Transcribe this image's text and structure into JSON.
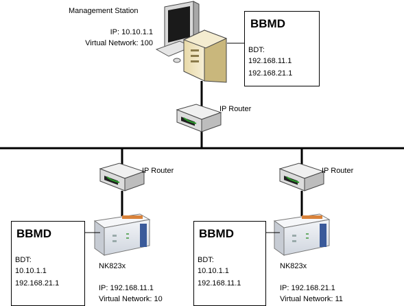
{
  "management_station": {
    "title": "Management Station",
    "ip": "IP: 10.10.1.1",
    "virtual_network": "Virtual Network: 100"
  },
  "top_bbmd": {
    "title": "BBMD",
    "bdt_label": "BDT:",
    "entries": [
      "192.168.11.1",
      "192.168.21.1"
    ]
  },
  "top_router": {
    "label": "IP Router"
  },
  "left_router": {
    "label": "IP Router"
  },
  "right_router": {
    "label": "IP Router"
  },
  "left_bbmd": {
    "title": "BBMD",
    "bdt_label": "BDT:",
    "entries": [
      "10.10.1.1",
      "192.168.21.1"
    ]
  },
  "right_bbmd": {
    "title": "BBMD",
    "bdt_label": "BDT:",
    "entries": [
      "10.10.1.1",
      "192.168.11.1"
    ]
  },
  "left_device": {
    "name": "NK823x",
    "ip": "IP: 192.168.11.1",
    "virtual_network": "Virtual Network: 10"
  },
  "right_device": {
    "name": "NK823x",
    "ip": "IP: 192.168.21.1",
    "virtual_network": "Virtual Network: 11"
  }
}
